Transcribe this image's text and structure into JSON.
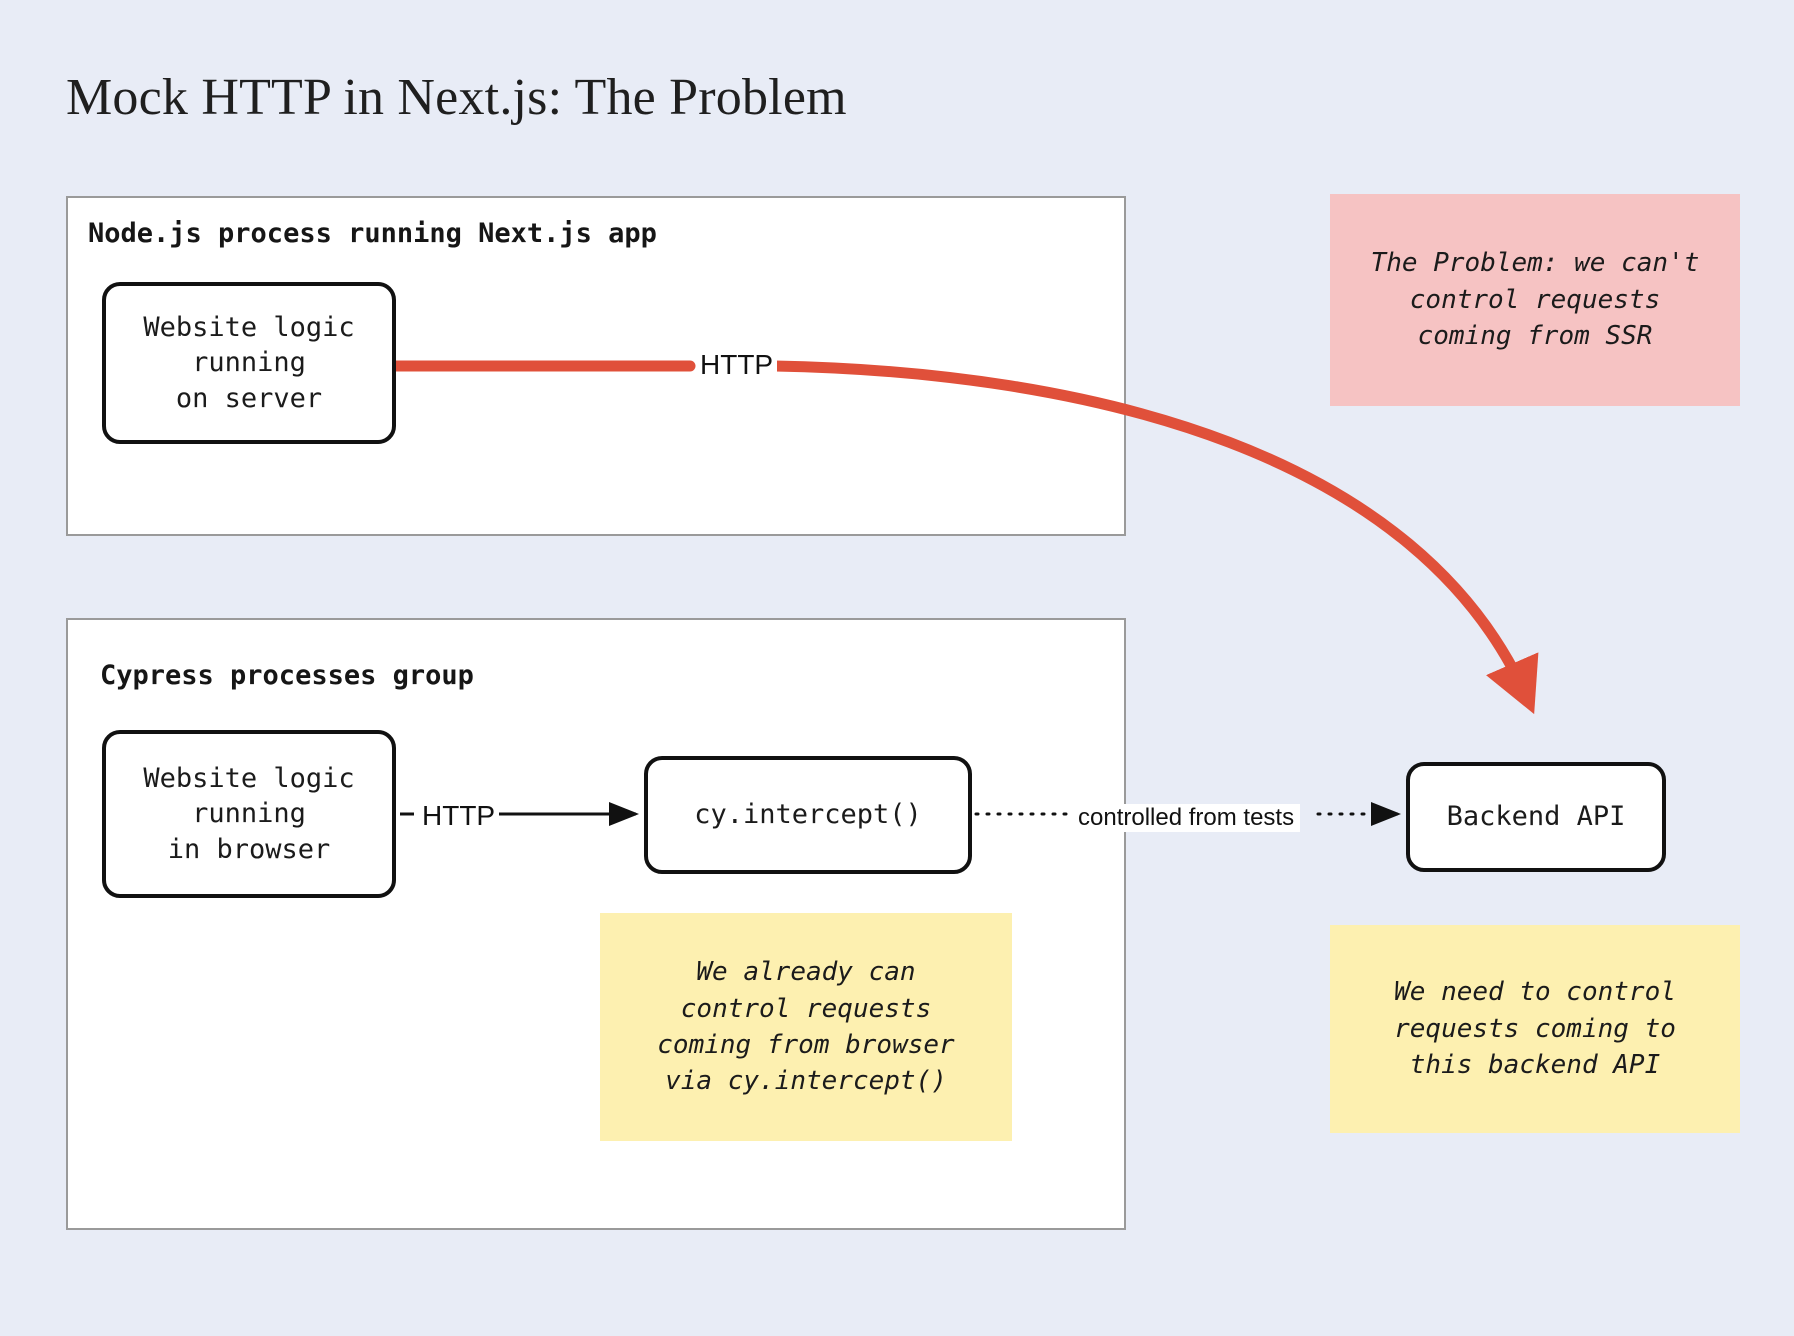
{
  "page": {
    "title": "Mock HTTP in Next.js: The Problem",
    "background_color": "#e8ecf6"
  },
  "colors": {
    "accent_red": "#e0503a",
    "note_pink": "#f6c3c3",
    "note_yellow": "#fdf0b0",
    "node_border": "#111111",
    "group_border": "#9a9a9a",
    "surface": "#ffffff"
  },
  "groups": [
    {
      "id": "node-process",
      "title": "Node.js process running Next.js app"
    },
    {
      "id": "cypress-group",
      "title": "Cypress processes group"
    }
  ],
  "nodes": {
    "server": "Website logic\nrunning\non server",
    "browser": "Website logic\nrunning\nin browser",
    "intercept": "cy.intercept()",
    "backend": "Backend API"
  },
  "edges": {
    "http_top": "HTTP",
    "http_bottom": "HTTP",
    "controlled_from_tests": "controlled from tests"
  },
  "notes": {
    "problem": "The Problem: we can't\ncontrol requests\ncoming from SSR",
    "browser_ok": "We already can\ncontrol requests\ncoming from browser\nvia cy.intercept()",
    "backend_need": "We need to control\nrequests coming to\nthis backend API"
  }
}
